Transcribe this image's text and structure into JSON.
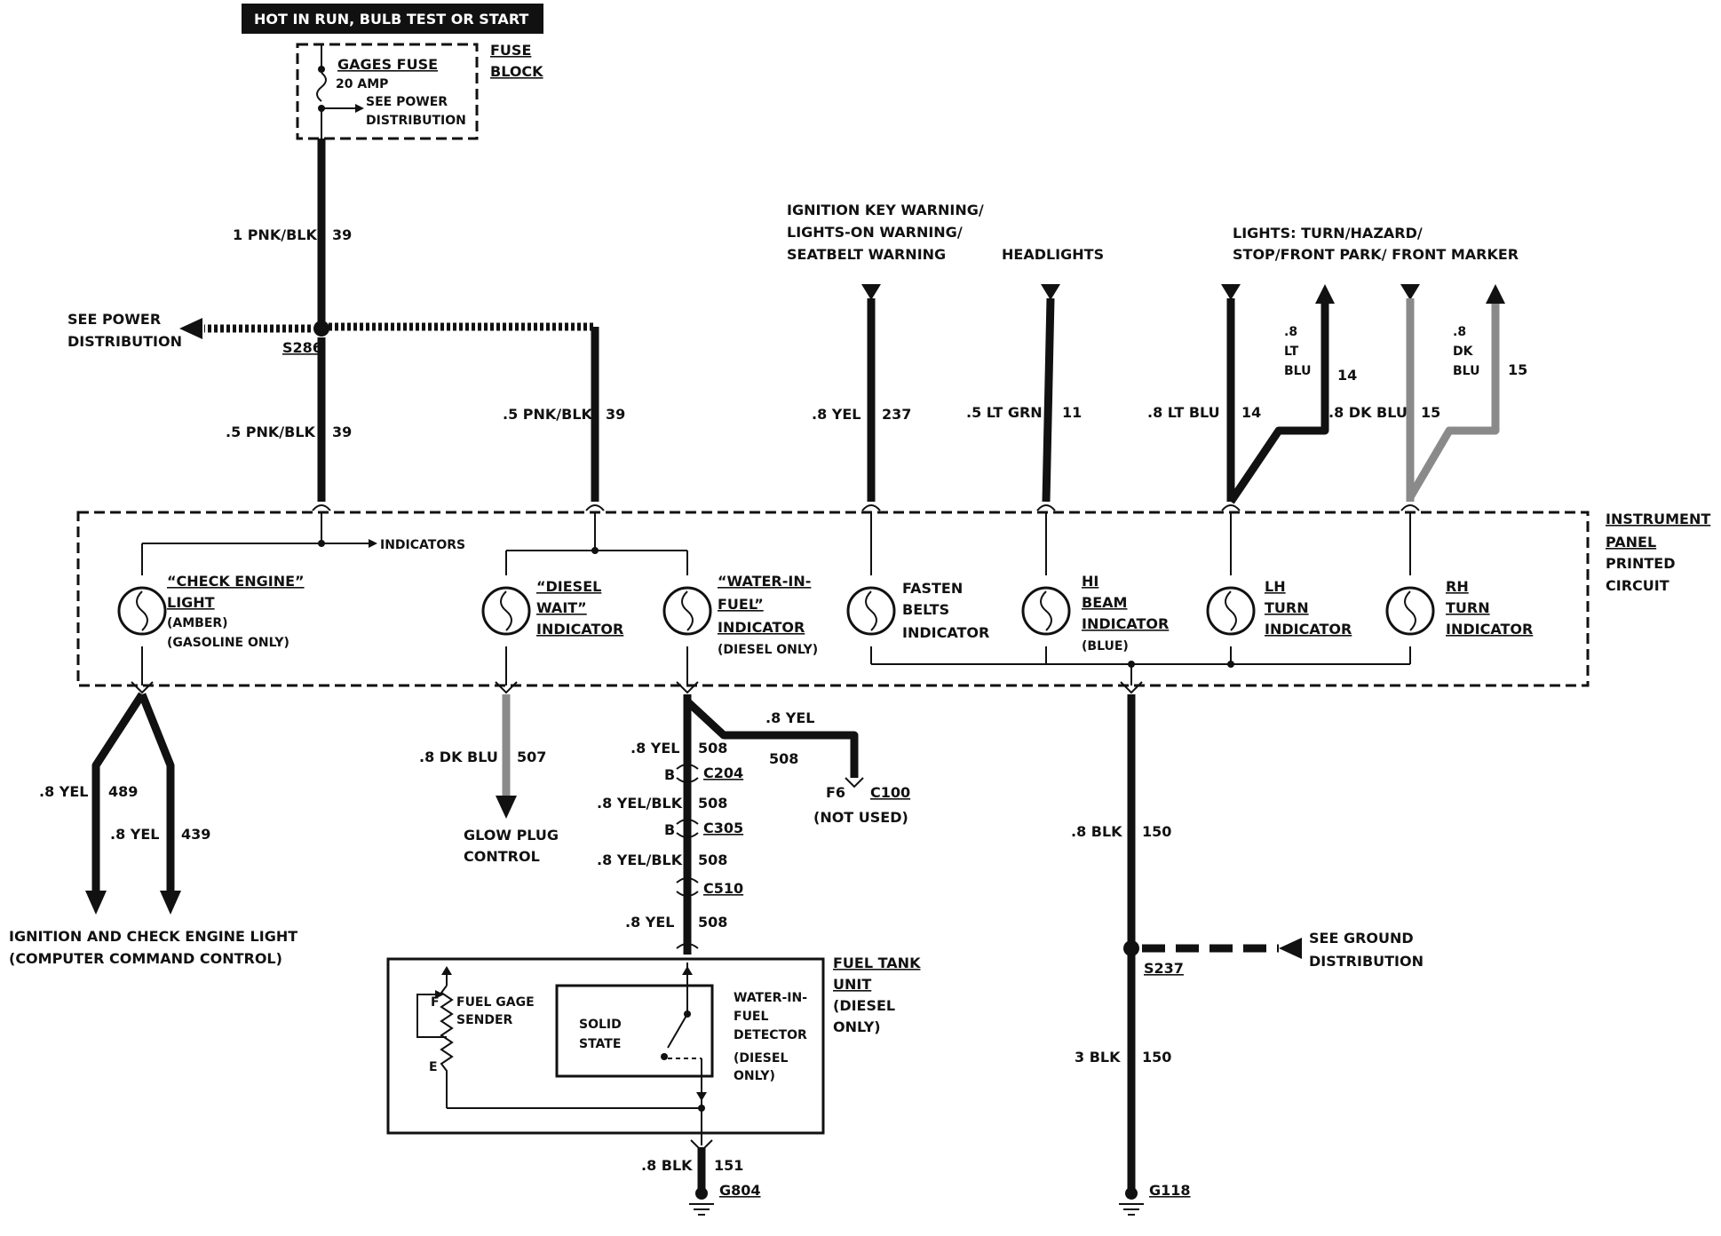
{
  "labels": {
    "hot_in_run": "HOT IN RUN,   BULB TEST OR START",
    "gages_fuse": "GAGES FUSE",
    "fuse_amp": "20 AMP",
    "see_power_1": "SEE POWER",
    "see_power_2": "DISTRIBUTION",
    "fuse_block_1": "FUSE",
    "fuse_block_2": "BLOCK",
    "wire_1pnkblk": "1 PNK/BLK",
    "circ_39": "39",
    "see_power_left_1": "SEE POWER",
    "see_power_left_2": "DISTRIBUTION",
    "s286": "S286",
    "wire_5pnkblk_a": ".5 PNK/BLK",
    "wire_5pnkblk_b": ".5 PNK/BLK",
    "ign_warn_1": "IGNITION KEY WARNING/",
    "ign_warn_2": "LIGHTS-ON WARNING/",
    "ign_warn_3": "SEATBELT WARNING",
    "headlights": "HEADLIGHTS",
    "lights_turn_1": "LIGHTS: TURN/HAZARD/",
    "lights_turn_2": "STOP/FRONT PARK/ FRONT MARKER",
    "wire_8yel": ".8 YEL",
    "circ_237": "237",
    "wire_5ltgrn": ".5 LT GRN",
    "circ_11": "11",
    "wire_8ltblu": ".8 LT BLU",
    "circ_14": "14",
    "wire_8dkblu": ".8 DK BLU",
    "circ_15": "15",
    "ltblu_v_1": ".8",
    "ltblu_v_2": "LT",
    "ltblu_v_3": "BLU",
    "dkblu_v_1": ".8",
    "dkblu_v_2": "DK",
    "dkblu_v_3": "BLU",
    "ip_1": "INSTRUMENT",
    "ip_2": "PANEL",
    "ip_3": "PRINTED",
    "ip_4": "CIRCUIT",
    "indicators": "INDICATORS",
    "check_engine_1": "“CHECK ENGINE”",
    "check_engine_2": "LIGHT",
    "check_engine_3": "(AMBER)",
    "check_engine_4": "(GASOLINE ONLY)",
    "diesel_wait_1": "“DIESEL",
    "diesel_wait_2": "WAIT”",
    "diesel_wait_3": "INDICATOR",
    "wif_1": "“WATER-IN-",
    "wif_2": "FUEL”",
    "wif_3": "INDICATOR",
    "wif_4": "(DIESEL ONLY)",
    "fasten_1": "FASTEN",
    "fasten_2": "BELTS",
    "fasten_3": "INDICATOR",
    "hibeam_1": "HI",
    "hibeam_2": "BEAM",
    "hibeam_3": "INDICATOR",
    "hibeam_4": "(BLUE)",
    "lh_1": "LH",
    "lh_2": "TURN",
    "lh_3": "INDICATOR",
    "rh_1": "RH",
    "rh_2": "TURN",
    "rh_3": "INDICATOR",
    "wire_8yel_489": ".8 YEL",
    "circ_489": "489",
    "wire_8yel_439": ".8 YEL",
    "circ_439": "439",
    "ign_check_1": "IGNITION AND CHECK ENGINE LIGHT",
    "ign_check_2": "(COMPUTER COMMAND CONTROL)",
    "wire_8dkblu_507": ".8 DK BLU",
    "circ_507": "507",
    "glow_1": "GLOW PLUG",
    "glow_2": "CONTROL",
    "wire_8yel_508a": ".8 YEL",
    "circ_508": "508",
    "wire_8yel_c100": ".8 YEL",
    "f6": "F6",
    "c100": "C100",
    "not_used": "(NOT USED)",
    "pin_b1": "B",
    "c204": "C204",
    "wire_8yelblk_a": ".8 YEL/BLK",
    "pin_b2": "B",
    "c305": "C305",
    "wire_8yelblk_b": ".8 YEL/BLK",
    "c510": "C510",
    "wire_8yel_508b": ".8 YEL",
    "fuel_tank_1": "FUEL TANK",
    "fuel_tank_2": "UNIT",
    "fuel_tank_3": "(DIESEL",
    "fuel_tank_4": "ONLY)",
    "sender_f": "F",
    "sender_e": "E",
    "sender_1": "FUEL GAGE",
    "sender_2": "SENDER",
    "solid_1": "SOLID",
    "solid_2": "STATE",
    "wifd_1": "WATER-IN-",
    "wifd_2": "FUEL",
    "wifd_3": "DETECTOR",
    "wifd_4": "(DIESEL",
    "wifd_5": "ONLY)",
    "wire_8blk_151": ".8 BLK",
    "circ_151": "151",
    "g804": "G804",
    "wire_8blk_150": ".8 BLK",
    "circ_150": "150",
    "see_ground_1": "SEE GROUND",
    "see_ground_2": "DISTRIBUTION",
    "s237": "S237",
    "wire_3blk": "3 BLK",
    "circ_150b": "150",
    "g118": "G118"
  }
}
